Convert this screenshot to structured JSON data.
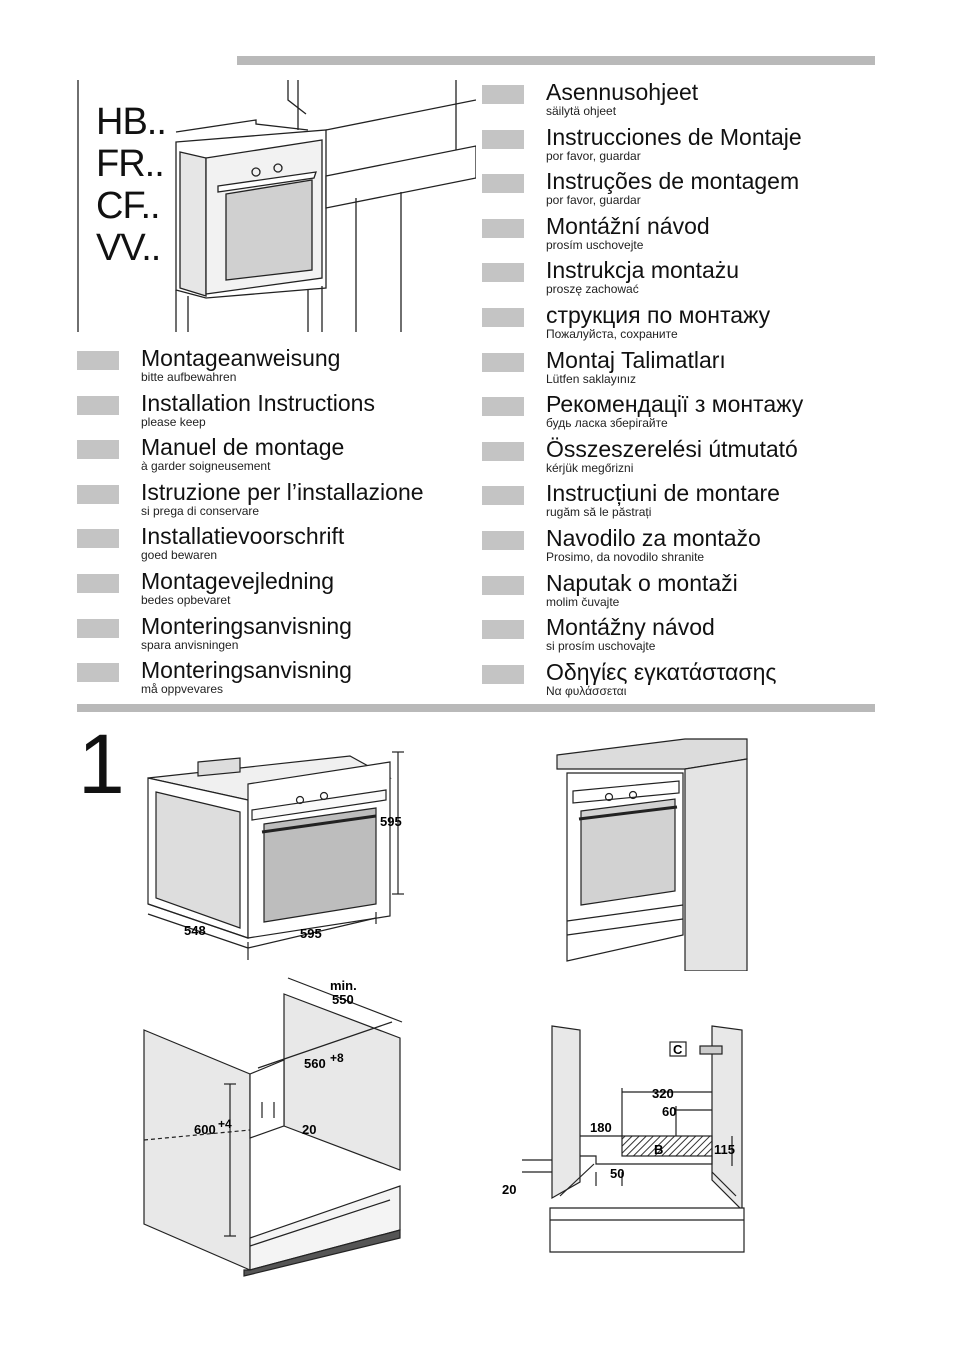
{
  "models": [
    "HB..",
    "FR..",
    "CF..",
    "VV.."
  ],
  "left_languages": [
    {
      "title": "Montageanweisung",
      "sub": "bitte aufbewahren"
    },
    {
      "title": "Installation Instructions",
      "sub": "please keep"
    },
    {
      "title": "Manuel de montage",
      "sub": "à garder soigneusement"
    },
    {
      "title": "Istruzione per l’installazione",
      "sub": "si prega di conservare"
    },
    {
      "title": "Installatievoorschrift",
      "sub": "goed bewaren"
    },
    {
      "title": "Montagevejledning",
      "sub": "bedes opbevaret"
    },
    {
      "title": "Monteringsanvisning",
      "sub": "spara anvisningen"
    },
    {
      "title": "Monteringsanvisning",
      "sub": "må oppvevares"
    }
  ],
  "right_languages": [
    {
      "title": "Asennusohjeet",
      "sub": "säilytä ohjeet"
    },
    {
      "title": "Instrucciones de Montaje",
      "sub": "por favor, guardar"
    },
    {
      "title": "Instruções de montagem",
      "sub": "por favor, guardar"
    },
    {
      "title": "Montážní návod",
      "sub": "prosím uschovejte"
    },
    {
      "title": "Instrukcja montażu",
      "sub": "proszę zachować"
    },
    {
      "title": "струкция по монтажу",
      "sub": "Пожалуйста, сохраните"
    },
    {
      "title": "Montaj Talimatları",
      "sub": "Lütfen saklayınız"
    },
    {
      "title": "Рекомендації з монтажу",
      "sub": "будь ласка зберігайте"
    },
    {
      "title": "Összeszerelési útmutató",
      "sub": "kérjük megőrizni"
    },
    {
      "title": "Instrucțiuni de montare",
      "sub": "rugăm să le păstrați"
    },
    {
      "title": "Navodilo za montažo",
      "sub": "Prosimo, da novodilo shranite"
    },
    {
      "title": "Naputak o montaži",
      "sub": "molim čuvajte"
    },
    {
      "title": "Montážny návod",
      "sub": "si prosím uschovajte"
    },
    {
      "title": "Οδηγίες εγκατάστασης",
      "sub": "Να φυλάσσεται"
    }
  ],
  "figure_number": "1",
  "dims": {
    "height_595": "595",
    "depth_548": "548",
    "width_595": "595",
    "min_label": "min.",
    "min_550": "550",
    "w560": "560",
    "w560_tol": "+8",
    "h600": "600",
    "h600_tol": "+4",
    "d20": "20",
    "d320": "320",
    "d60": "60",
    "d180": "180",
    "d115": "115",
    "d50": "50",
    "d20b": "20",
    "label_c": "C",
    "label_b": "B"
  },
  "colors": {
    "swatch": "#c4c4c4",
    "rule": "#b9b9b9"
  }
}
